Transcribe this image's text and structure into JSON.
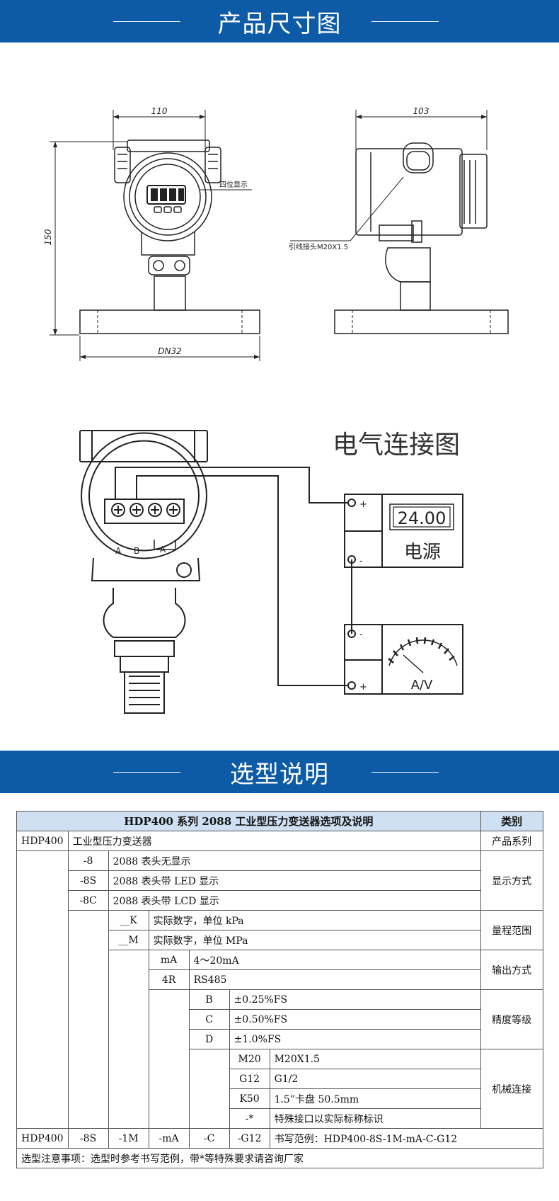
{
  "sections": {
    "dimensions_title": "产品尺寸图",
    "selection_title": "选型说明"
  },
  "dimensions": {
    "width_front": "110",
    "width_side": "103",
    "height": "150",
    "flange": "DN32",
    "display_label": "四位显示",
    "connector_label": "引线接头M20X1.5"
  },
  "wiring": {
    "title": "电气连接图",
    "terminals": [
      "A",
      "B",
      "A"
    ],
    "power_reading": "24.00",
    "power_label": "电源",
    "meter_label": "A/V",
    "plus": "+",
    "minus": "-"
  },
  "table": {
    "title": "HDP400 系列 2088 工业型压力变送器选项及说明",
    "category_header": "类别",
    "model": "HDP400",
    "model_desc": "工业型压力变送器",
    "cat_series": "产品系列",
    "display_options": [
      {
        "code": "-8",
        "desc": "2088 表头无显示"
      },
      {
        "code": "-8S",
        "desc": "2088 表头带 LED 显示"
      },
      {
        "code": "-8C",
        "desc": "2088 表头带 LCD 显示"
      }
    ],
    "cat_display": "显示方式",
    "range_options": [
      {
        "code": "__K",
        "desc": "实际数字，单位 kPa"
      },
      {
        "code": "__M",
        "desc": "实际数字，单位 MPa"
      }
    ],
    "cat_range": "量程范围",
    "output_options": [
      {
        "code": "mA",
        "desc": "4～20mA"
      },
      {
        "code": "4R",
        "desc": "RS485"
      }
    ],
    "cat_output": "输出方式",
    "accuracy_options": [
      {
        "code": "B",
        "desc": "±0.25%FS"
      },
      {
        "code": "C",
        "desc": "±0.50%FS"
      },
      {
        "code": "D",
        "desc": "±1.0%FS"
      }
    ],
    "cat_accuracy": "精度等级",
    "connection_options": [
      {
        "code": "M20",
        "desc": "M20X1.5"
      },
      {
        "code": "G12",
        "desc": "G1/2"
      },
      {
        "code": "K50",
        "desc": "1.5”卡盘 50.5mm"
      },
      {
        "code": "-*",
        "desc": "特殊接口以实际标称标识"
      }
    ],
    "cat_connection": "机械连接",
    "example": {
      "model": "HDP400",
      "display": "-8S",
      "range": "-1M",
      "output": "-mA",
      "accuracy": "-C",
      "connection": "-G12",
      "text": "书写范例：HDP400-8S-1M-mA-C-G12"
    },
    "note": "选型注意事项：选型时参考书写范例，带*等特殊要求请咨询厂家"
  }
}
